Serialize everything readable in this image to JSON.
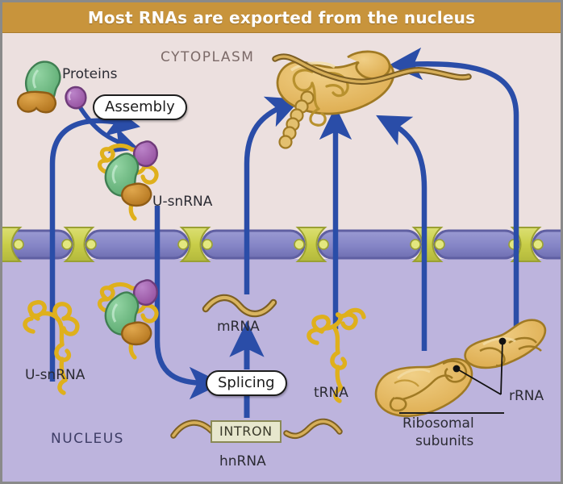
{
  "title": "Most RNAs are exported from the nucleus",
  "compartments": {
    "cytoplasm_label": "CYTOPLASM",
    "nucleus_label": "NUCLEUS",
    "cytoplasm_color": "#ece0df",
    "nucleus_color": "#bdb4dd",
    "membrane_color": "#7f7fc0",
    "pore_color": "#ccd14f"
  },
  "title_bar": {
    "bg": "#c8943c",
    "text_color": "#ffffff"
  },
  "labels": {
    "proteins": "Proteins",
    "assembly": "Assembly",
    "u_snrna_cyto": "U-snRNA",
    "u_snrna_nuc": "U-snRNA",
    "splicing": "Splicing",
    "mrna": "mRNA",
    "hnrna": "hnRNA",
    "intron": "INTRON",
    "trna": "tRNA",
    "rrna": "rRNA",
    "ribosomal_subunits_line1": "Ribosomal",
    "ribosomal_subunits_line2": "subunits"
  },
  "palette": {
    "protein_green": "#6cbd80",
    "protein_green_dark": "#3f7f52",
    "protein_orange": "#c8862f",
    "protein_orange_dark": "#8f5d16",
    "protein_purple": "#a濃",
    "protein_purple_hex": "#a563b5",
    "rna_yellow": "#e2b41c",
    "rna_yellow_dark": "#a67f0c",
    "mrna_tan": "#c9a34a",
    "mrna_tan_dark": "#7d5f23",
    "ribosome_tan": "#e5bc65",
    "ribosome_tan_dark": "#a07a24",
    "arrow_blue": "#2a4da8",
    "text_dark": "#2b2b33"
  },
  "arrows": [
    {
      "name": "u-snrna-export-arrow",
      "from": "nucleus U-snRNA",
      "to": "assembly site"
    },
    {
      "name": "assembly-arrow",
      "from": "proteins",
      "to": "U-snRNA complex"
    },
    {
      "name": "u-snrna-import-arrow",
      "from": "cytoplasm U-snRNA complex",
      "to": "nucleus splicing"
    },
    {
      "name": "splicing-arrow",
      "from": "hnRNA",
      "to": "mRNA"
    },
    {
      "name": "mrna-export-arrow",
      "from": "mRNA",
      "to": "ribosome"
    },
    {
      "name": "trna-export-arrow",
      "from": "tRNA",
      "to": "ribosome"
    },
    {
      "name": "large-subunit-export-arrow",
      "from": "large ribosomal subunit",
      "to": "ribosome"
    },
    {
      "name": "small-subunit-export-arrow",
      "from": "small ribosomal subunit",
      "to": "ribosome"
    }
  ],
  "structures": [
    {
      "name": "ribosome",
      "location": "cytoplasm",
      "has_mrna": true,
      "has_polypeptide": true
    },
    {
      "name": "nuclear-pore-complex",
      "count": 6
    }
  ]
}
